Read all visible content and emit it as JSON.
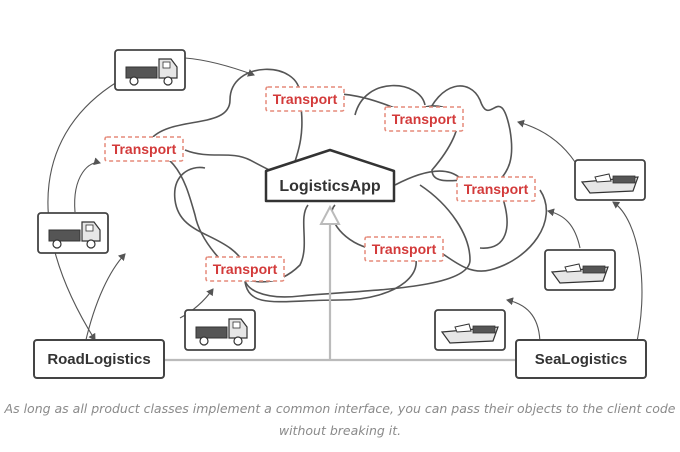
{
  "client_label": "LogisticsApp",
  "road_label": "RoadLogistics",
  "sea_label": "SeaLogistics",
  "interface_labels": [
    "Transport",
    "Transport",
    "Transport",
    "Transport",
    "Transport",
    "Transport"
  ],
  "caption": "As long as all product classes implement a common interface, you can pass their objects to the client code without breaking it.",
  "products": {
    "trucks": [
      "truck-icon",
      "truck-icon",
      "truck-icon"
    ],
    "ships": [
      "ship-icon",
      "ship-icon",
      "ship-icon"
    ]
  },
  "colors": {
    "interface_text": "#d33a3a",
    "interface_border": "#e58a7a",
    "line": "#555555",
    "arrow_hollow": "#bbbbbb",
    "caption": "#8a8a8a"
  }
}
